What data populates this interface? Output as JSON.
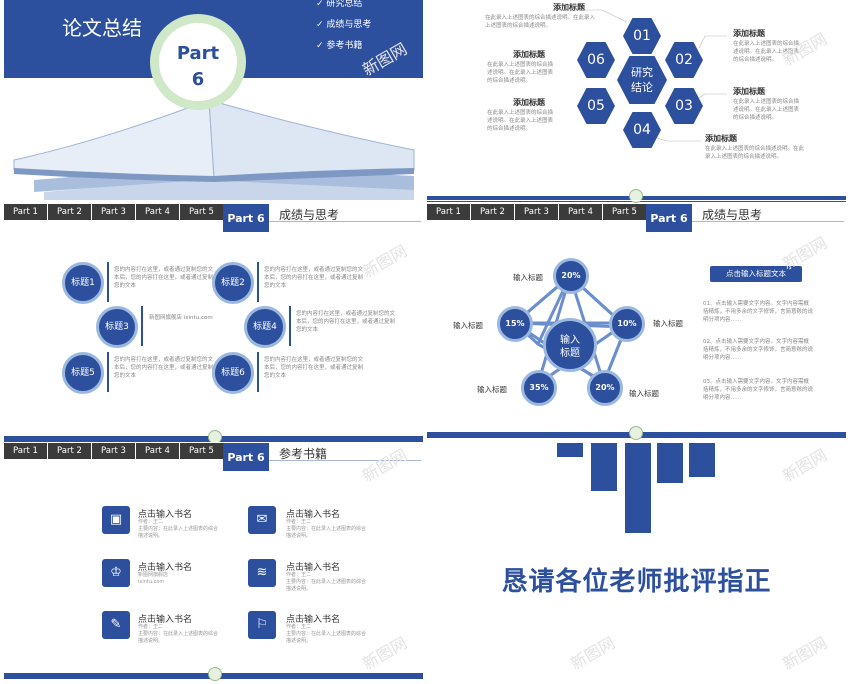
{
  "tabs": [
    "Part 1",
    "Part 2",
    "Part 3",
    "Part 4",
    "Part 5"
  ],
  "part6_label": "Part 6",
  "slide1": {
    "title": "论文总结",
    "part_word": "Part",
    "part_num": "6",
    "menu": [
      "研究总结",
      "成绩与思考",
      "参考书籍"
    ]
  },
  "slide2": {
    "center": "研究\n结论",
    "hex": [
      "01",
      "02",
      "03",
      "04",
      "05",
      "06"
    ],
    "ann_title": "添加标题",
    "ann_desc": "在此录入上述图表的综合描述说明。在此录入上述图表的综合描述说明。"
  },
  "slide3": {
    "section": "成绩与思考",
    "items": [
      {
        "label": "标题1",
        "desc": "您的内容打在这里，或者通过复制您的文本后，您的内容打在这里，或者通过复制您的文本"
      },
      {
        "label": "标题2",
        "desc": "您的内容打在这里，或者通过复制您的文本后，您的内容打在这里，或者通过复制您的文本"
      },
      {
        "label": "标题3",
        "desc": "新图网旗舰店 ixintu.com"
      },
      {
        "label": "标题4",
        "desc": "您的内容打在这里，或者通过复制您的文本后，您的内容打在这里，或者通过复制您的文本"
      },
      {
        "label": "标题5",
        "desc": "您的内容打在这里，或者通过复制您的文本后，您的内容打在这里，或者通过复制您的文本"
      },
      {
        "label": "标题6",
        "desc": "您的内容打在这里，或者通过复制您的文本后，您的内容打在这里，或者通过复制您的文本"
      }
    ]
  },
  "slide4": {
    "section": "成绩与思考",
    "center": "输入\n标题",
    "nodes": [
      {
        "pct": "20%",
        "label": "输入标题"
      },
      {
        "pct": "10%",
        "label": "输入标题"
      },
      {
        "pct": "20%",
        "label": "输入标题"
      },
      {
        "pct": "35%",
        "label": "输入标题"
      },
      {
        "pct": "15%",
        "label": "输入标题"
      }
    ],
    "button": "点击输入标题文本",
    "paras": [
      "01、点击输入需要文字内容。文字内容需概括精炼，不用多余的文字修饰，言简意赅的说明分项内容……",
      "02、点击输入需要文字内容。文字内容需概括精炼，不用多余的文字修饰，言简意赅的说明分项内容……",
      "03、点击输入需要文字内容。文字内容需概括精炼，不用多余的文字修饰，言简意赅的说明分项内容……"
    ]
  },
  "slide5": {
    "section": "参考书籍",
    "books": [
      {
        "icon": "▣",
        "title": "点击输入书名",
        "desc": "作者：王二\n主要内容：在此录入上述图表的综合描述说明。"
      },
      {
        "icon": "✉",
        "title": "点击输入书名",
        "desc": "作者：王二\n主要内容：在此录入上述图表的综合描述说明。"
      },
      {
        "icon": "♔",
        "title": "点击输入书名",
        "desc": "新图网旗舰店\nixintu.com"
      },
      {
        "icon": "≋",
        "title": "点击输入书名",
        "desc": "作者：王二\n主要内容：在此录入上述图表的综合描述说明。"
      },
      {
        "icon": "✎",
        "title": "点击输入书名",
        "desc": "作者：王二\n主要内容：在此录入上述图表的综合描述说明。"
      },
      {
        "icon": "⚐",
        "title": "点击输入书名",
        "desc": "作者：王二\n主要内容：在此录入上述图表的综合描述说明。"
      }
    ]
  },
  "slide6": {
    "thanks": "恳请各位老师批评指正"
  },
  "watermark": "新图网",
  "colors": {
    "primary": "#2c4f9e",
    "dark": "#3b3b3b",
    "ring": "#cfe8c8"
  }
}
